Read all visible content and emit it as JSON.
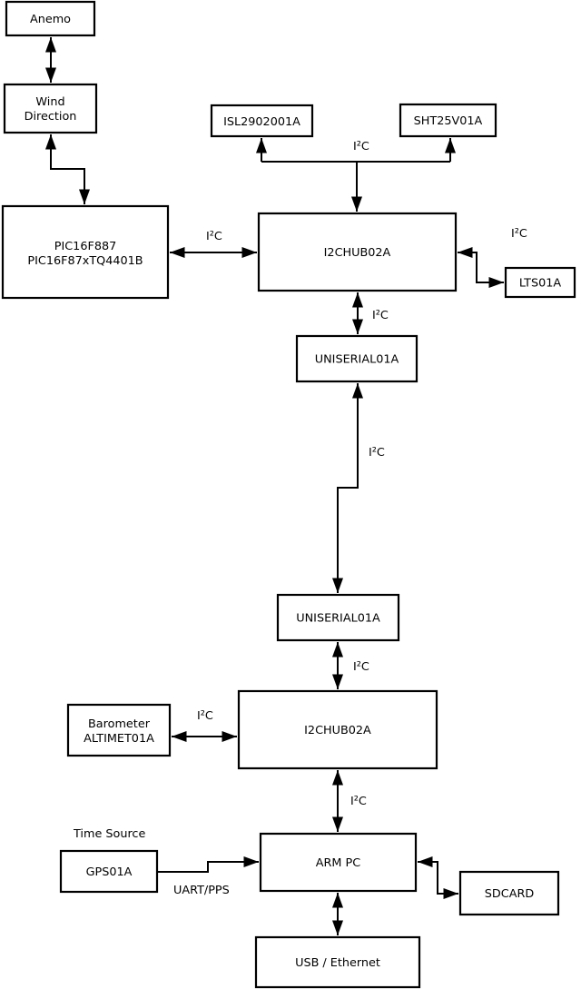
{
  "diagram": {
    "background": "#ffffff",
    "stroke_color": "#000000",
    "text_color": "#000000",
    "bus_label": "I²C",
    "nodes": {
      "anemo": {
        "label": "Anemo"
      },
      "wind_direction": {
        "lines": [
          "Wind",
          "Direction"
        ]
      },
      "pic_mcu": {
        "lines": [
          "PIC16F887",
          "PIC16F87xTQ4401B"
        ]
      },
      "isl_sensor": {
        "label": "ISL2902001A"
      },
      "sht_sensor": {
        "label": "SHT25V01A"
      },
      "i2c_hub_upper": {
        "label": "I2CHUB02A"
      },
      "lts_sensor": {
        "label": "LTS01A"
      },
      "uniserial_upper": {
        "label": "UNISERIAL01A"
      },
      "uniserial_lower": {
        "label": "UNISERIAL01A"
      },
      "i2c_hub_lower": {
        "label": "I2CHUB02A"
      },
      "barometer": {
        "lines": [
          "Barometer",
          "ALTIMET01A"
        ]
      },
      "arm_pc": {
        "label": "ARM PC"
      },
      "gps": {
        "label": "GPS01A"
      },
      "sdcard": {
        "label": "SDCARD"
      },
      "usb_ethernet": {
        "label": "USB / Ethernet"
      }
    },
    "edge_labels": {
      "time_source": "Time Source",
      "uart_pps": "UART/PPS"
    }
  }
}
